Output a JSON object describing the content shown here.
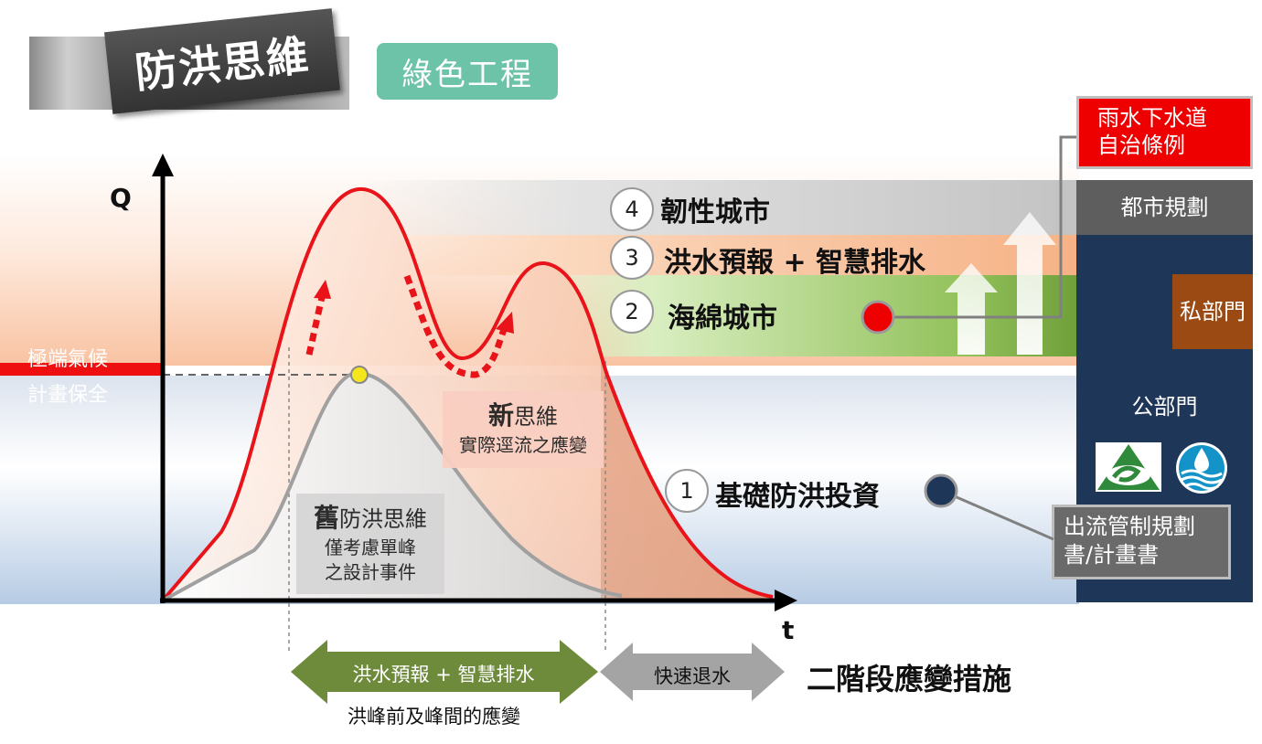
{
  "header": {
    "main_title": "防洪思維",
    "green_tag": "綠色工程"
  },
  "left_axis": {
    "q_label": "Q",
    "t_label": "t",
    "extreme_label": "極端氣候",
    "plan_label": "計畫保全"
  },
  "layers": [
    {
      "num": "4",
      "label": "韌性城市"
    },
    {
      "num": "3",
      "label": "洪水預報 + 智慧排水"
    },
    {
      "num": "2",
      "label": "海綿城市"
    },
    {
      "num": "1",
      "label": "基礎防洪投資"
    }
  ],
  "new_box": {
    "title_bold": "新",
    "title_rest": "思維",
    "sub": "實際逕流之應變"
  },
  "old_box": {
    "title_bold": "舊",
    "title_rest": "防洪思維",
    "line1": "僅考慮單峰",
    "line2": "之設計事件"
  },
  "right_panel": {
    "regulation": [
      "雨水下水道",
      "自治條例"
    ],
    "urban_planning": "都市規劃",
    "private": "私部門",
    "public": "公部門",
    "outflow": [
      "出流管制規劃",
      "書/計畫書"
    ]
  },
  "bottom": {
    "arrow_green": "洪水預報 + 智慧排水",
    "arrow_gray": "快速退水",
    "stage_label": "二階段應變措施",
    "sub_label": "洪峰前及峰間的應變"
  },
  "colors": {
    "red_curve": "#e8141a",
    "gray_curve": "#a0a0a0",
    "navy": "#1e3657",
    "green_arrow": "#6d8b3a",
    "brown": "#9a4a12",
    "regulation_red": "#ee0000"
  }
}
